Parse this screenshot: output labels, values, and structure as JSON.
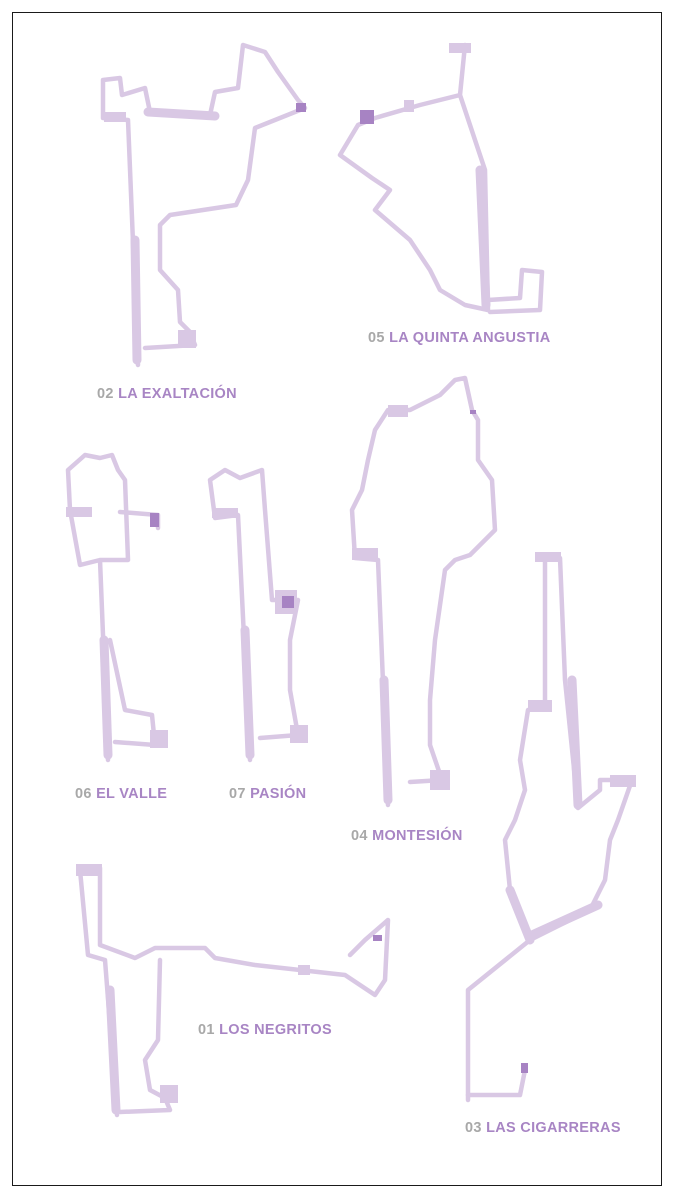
{
  "routes": [
    {
      "number": "02",
      "name": "LA EXALTACIÓN"
    },
    {
      "number": "05",
      "name": "LA QUINTA ANGUSTIA"
    },
    {
      "number": "06",
      "name": "EL VALLE"
    },
    {
      "number": "07",
      "name": "PASIÓN"
    },
    {
      "number": "04",
      "name": "MONTESIÓN"
    },
    {
      "number": "01",
      "name": "LOS NEGRITOS"
    },
    {
      "number": "03",
      "name": "LAS CIGARRERAS"
    }
  ],
  "colors": {
    "route": "#d9c8e4",
    "destination": "#a783c3",
    "label_number": "#a8a8a8",
    "label_name": "#a885c4",
    "frame": "#1a1a1a"
  }
}
